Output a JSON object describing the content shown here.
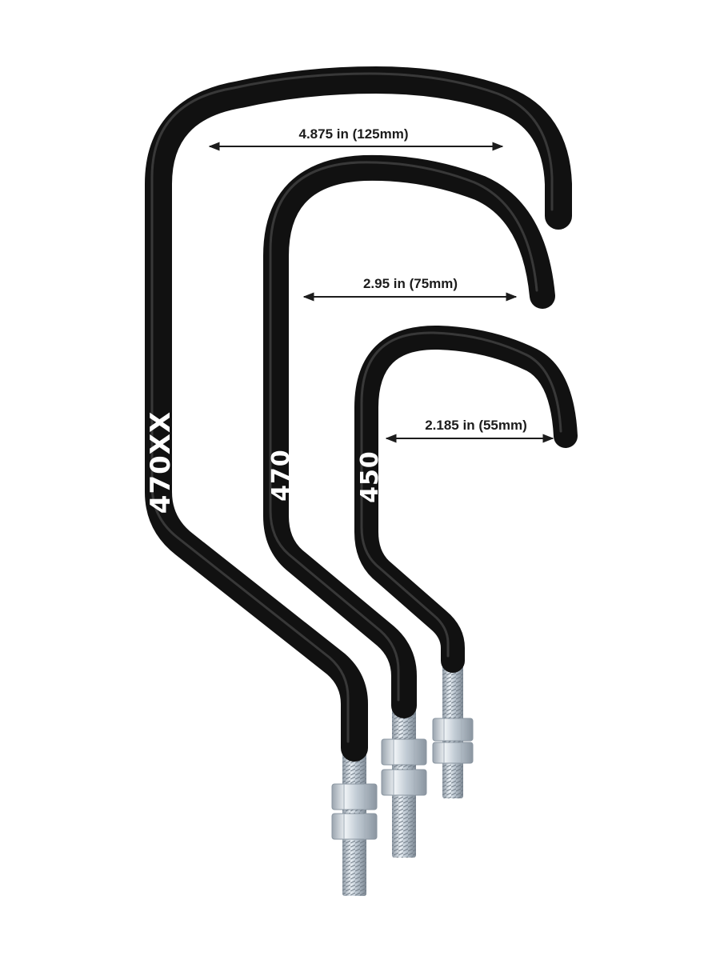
{
  "colors": {
    "background": "#ffffff",
    "hook_coating": "#111111",
    "hook_highlight": "#5a5a5a",
    "dimension_line": "#1c1c1c",
    "label_text": "#ffffff",
    "bolt_metal": "#c9d3dc"
  },
  "hooks": [
    {
      "model": "470XX",
      "dimension": "4.875 in (125mm)"
    },
    {
      "model": "470",
      "dimension": "2.95 in (75mm)"
    },
    {
      "model": "450",
      "dimension": "2.185 in (55mm)"
    }
  ]
}
